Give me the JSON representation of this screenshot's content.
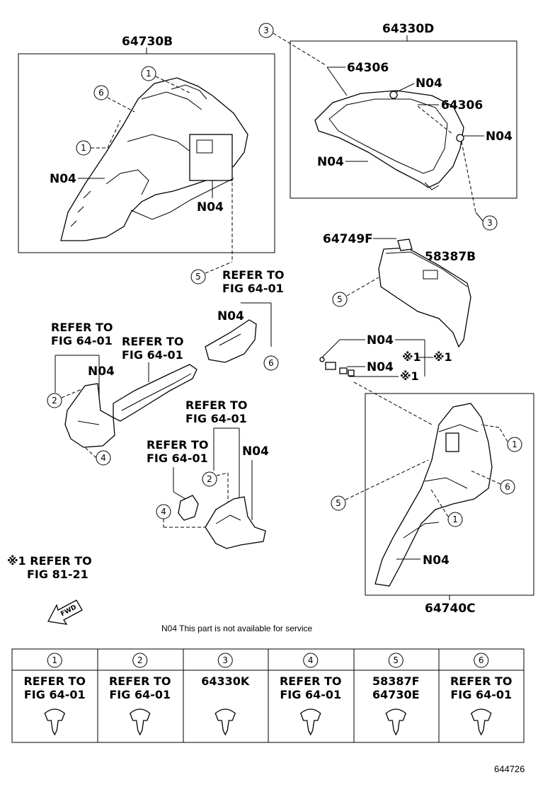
{
  "assemblies": {
    "a64730B": "64730B",
    "a64330D": "64330D",
    "a64740C": "64740C",
    "a58387B": "58387B",
    "a64749F": "64749F"
  },
  "parts": {
    "p64306_a": "64306",
    "p64306_b": "64306"
  },
  "n04": "N04",
  "refer": {
    "refer_to": "REFER TO",
    "fig6401": "FIG 64-01",
    "fig8121": "FIG 81-21",
    "ast_mark": "※1",
    "ast_refer": "※1 REFER TO"
  },
  "callouts": [
    "1",
    "2",
    "3",
    "4",
    "5",
    "6"
  ],
  "note": "N04   This part is not available for service",
  "fwd": "FWD",
  "figure_id": "644726",
  "legend": [
    {
      "num": "1",
      "lines": [
        "REFER TO",
        "FIG 64-01"
      ]
    },
    {
      "num": "2",
      "lines": [
        "REFER TO",
        "FIG 64-01"
      ]
    },
    {
      "num": "3",
      "lines": [
        "64330K"
      ]
    },
    {
      "num": "4",
      "lines": [
        "REFER TO",
        "FIG 64-01"
      ]
    },
    {
      "num": "5",
      "lines": [
        "58387F",
        "64730E"
      ]
    },
    {
      "num": "6",
      "lines": [
        "REFER TO",
        "FIG 64-01"
      ]
    }
  ]
}
